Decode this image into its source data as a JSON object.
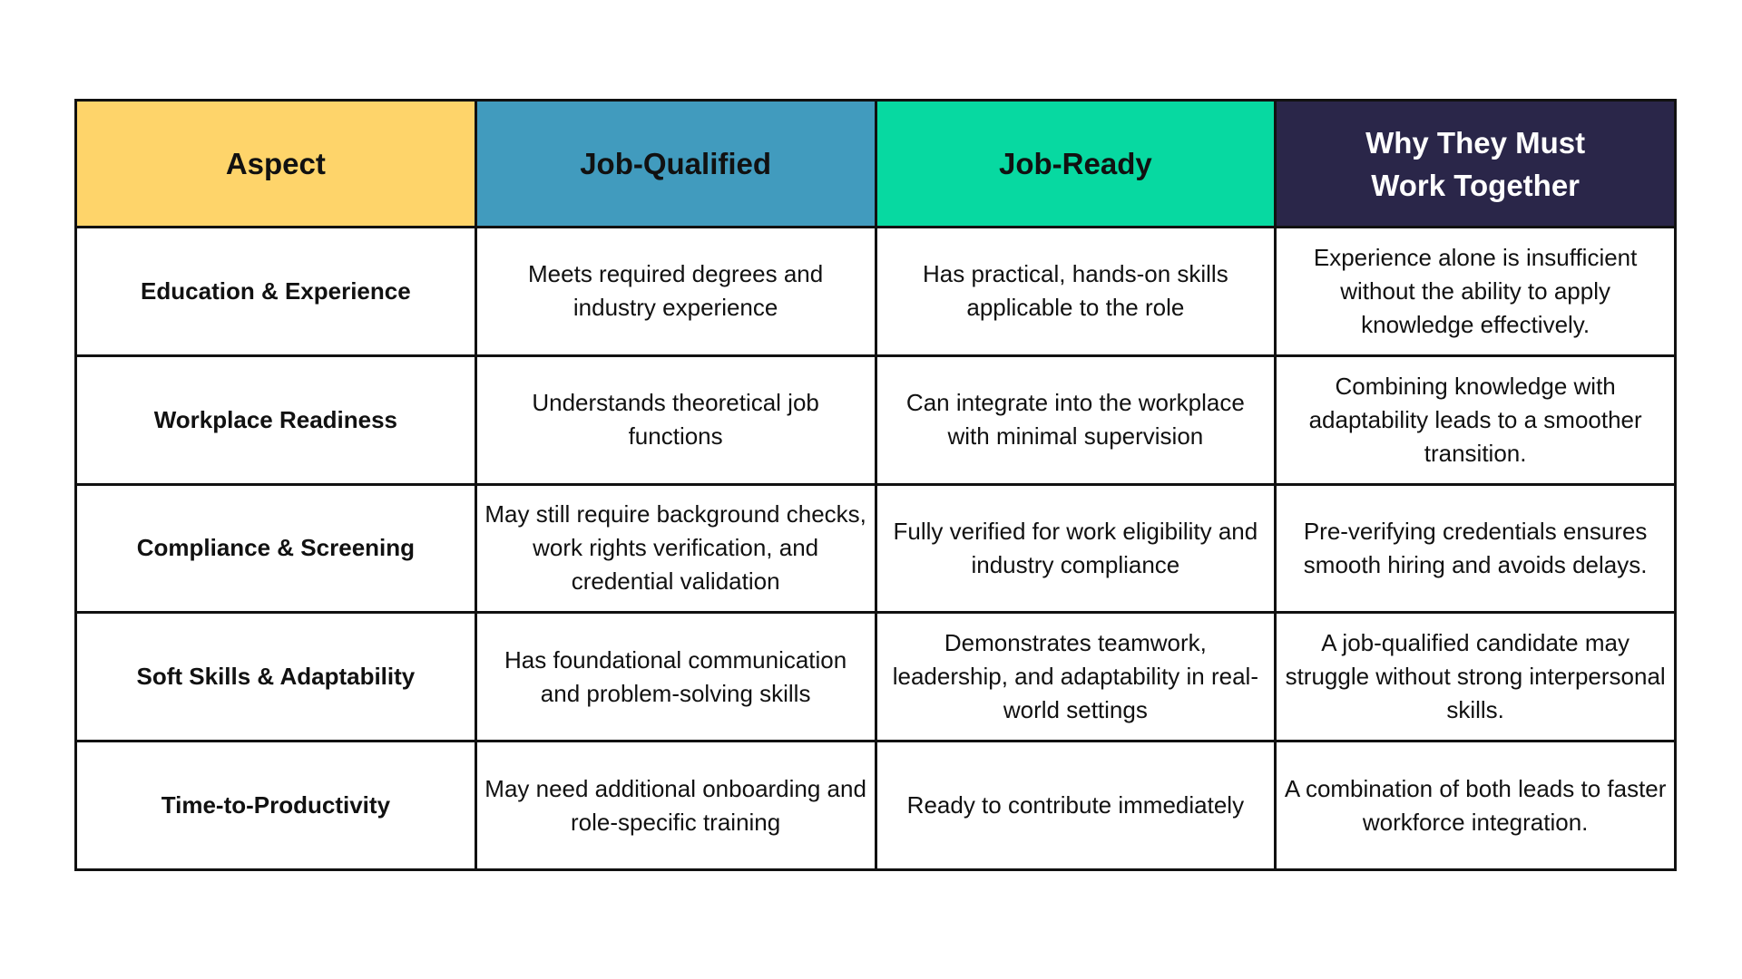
{
  "colors": {
    "aspect_header": "#fed46a",
    "job_qualified_header": "#419bbe",
    "job_ready_header": "#07d9a1",
    "why_header": "#2a2649",
    "why_header_text": "#ffffff",
    "border": "#111111"
  },
  "table": {
    "headers": {
      "aspect": "Aspect",
      "job_qualified": "Job-Qualified",
      "job_ready": "Job-Ready",
      "why_line1": "Why They Must",
      "why_line2": "Work Together"
    },
    "rows": [
      {
        "aspect": "Education & Experience",
        "job_qualified": "Meets required degrees and industry experience",
        "job_ready": "Has practical, hands-on skills applicable to the role",
        "why": "Experience alone is insufficient without the ability to apply knowledge effectively."
      },
      {
        "aspect": "Workplace Readiness",
        "job_qualified": "Understands theoretical job functions",
        "job_ready": "Can integrate into the workplace with minimal supervision",
        "why": "Combining knowledge with adaptability leads to a smoother transition."
      },
      {
        "aspect": "Compliance & Screening",
        "job_qualified": "May still require background checks, work rights verification, and credential validation",
        "job_ready": "Fully verified for work eligibility and industry compliance",
        "why": "Pre-verifying credentials ensures smooth hiring and avoids delays."
      },
      {
        "aspect": "Soft Skills & Adaptability",
        "job_qualified": "Has foundational communication and problem-solving skills",
        "job_ready": "Demonstrates teamwork, leadership, and adaptability in real-world settings",
        "why": "A job-qualified candidate may struggle without strong interpersonal skills."
      },
      {
        "aspect": "Time-to-Productivity",
        "job_qualified": "May need additional onboarding and role-specific training",
        "job_ready": "Ready to contribute immediately",
        "why": "A combination of both leads to faster workforce integration."
      }
    ]
  }
}
